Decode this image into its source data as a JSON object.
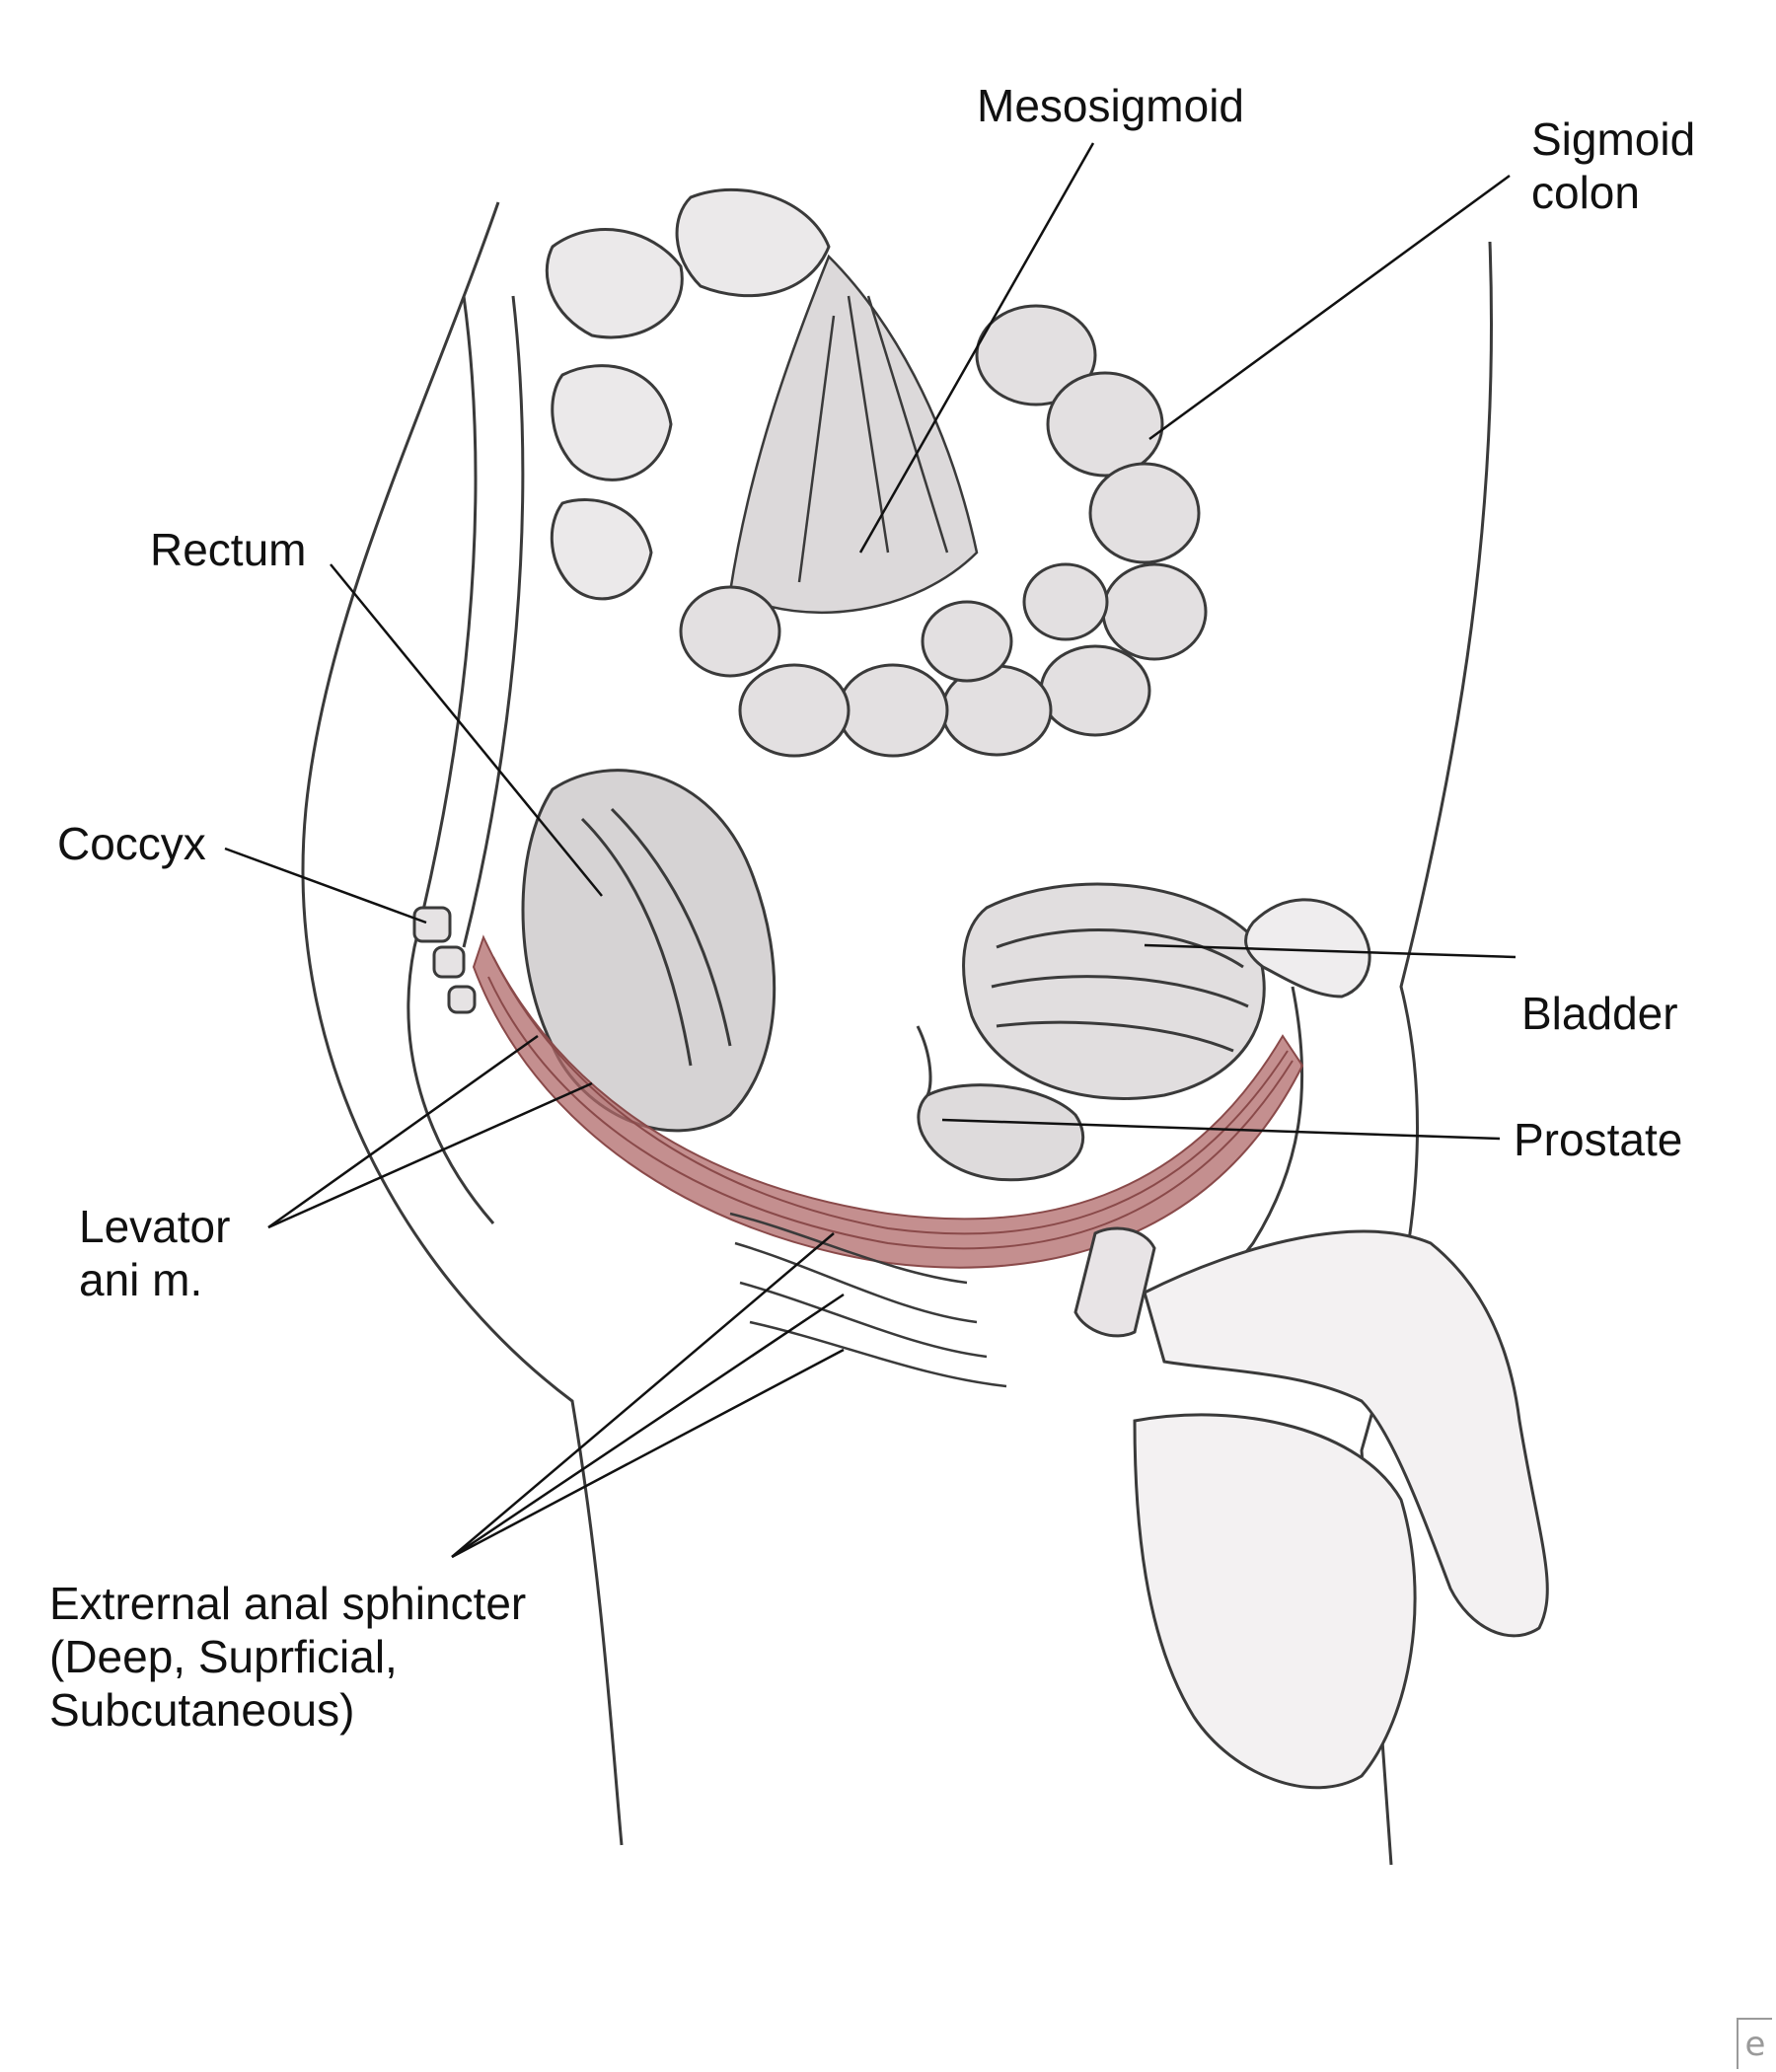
{
  "labels": {
    "mesosigmoid": "Mesosigmoid",
    "sigmoid_colon": [
      "Sigmoid",
      "colon"
    ],
    "rectum": "Rectum",
    "coccyx": "Coccyx",
    "bladder": "Bladder",
    "prostate": "Prostate",
    "levator_ani": [
      "Levator",
      "ani m."
    ],
    "external_anal_sphincter": [
      "Extrernal anal sphincter",
      "(Deep, Suprficial,",
      "Subcutaneous)"
    ]
  },
  "colors": {
    "ink": "#111111",
    "sketch": "#3a3a3a",
    "shade": "#d9d6d8",
    "muscle": "#b06a6a",
    "background": "#ffffff"
  },
  "icons": {
    "corner_mark": "e-logo-icon"
  }
}
